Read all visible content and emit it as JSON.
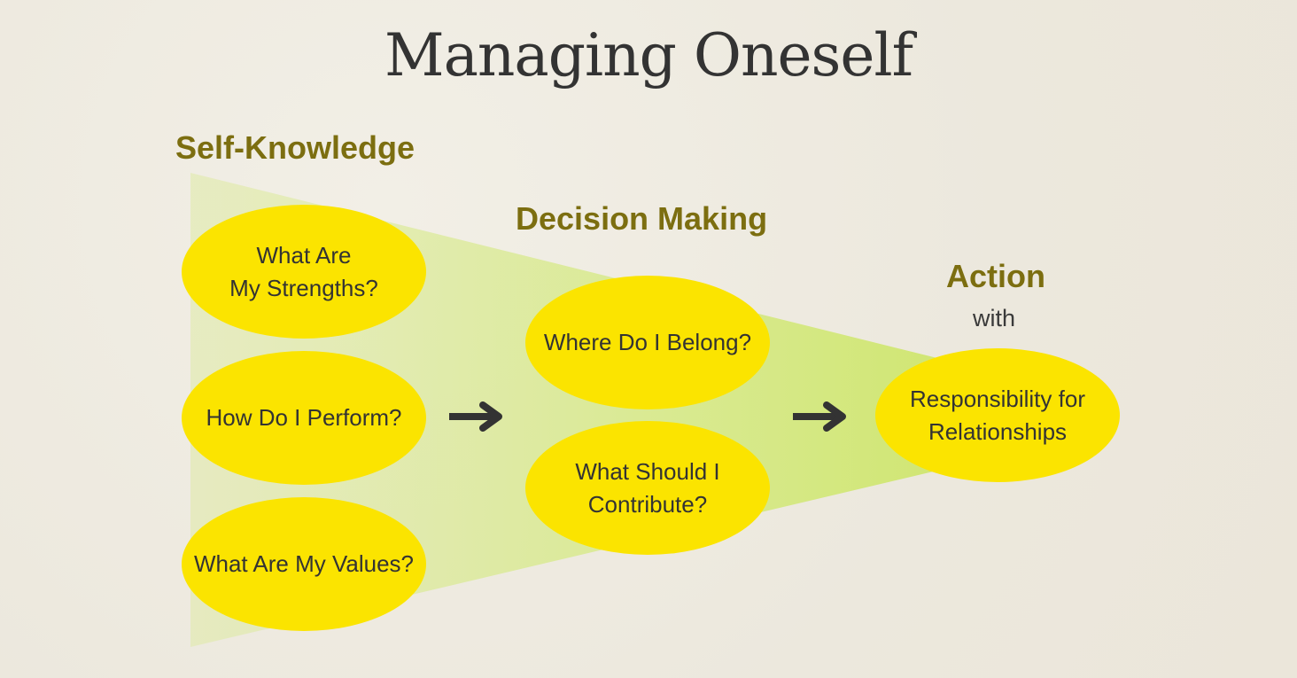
{
  "title": "Managing Oneself",
  "stages": {
    "self_knowledge": "Self-Knowledge",
    "decision_making": "Decision Making",
    "action": "Action",
    "action_with": "with"
  },
  "nodes": {
    "strengths": "What Are\nMy Strengths?",
    "perform": "How Do I Perform?",
    "values": "What Are My Values?",
    "belong": "Where Do I Belong?",
    "contribute": "What Should I\nContribute?",
    "responsibility": "Responsibility for\nRelationships"
  },
  "colors": {
    "background": "#efebe1",
    "node_fill": "#fbe400",
    "funnel_fill": "#d9ea7e",
    "stage_label": "#7c6e10",
    "arrow": "#333333"
  }
}
